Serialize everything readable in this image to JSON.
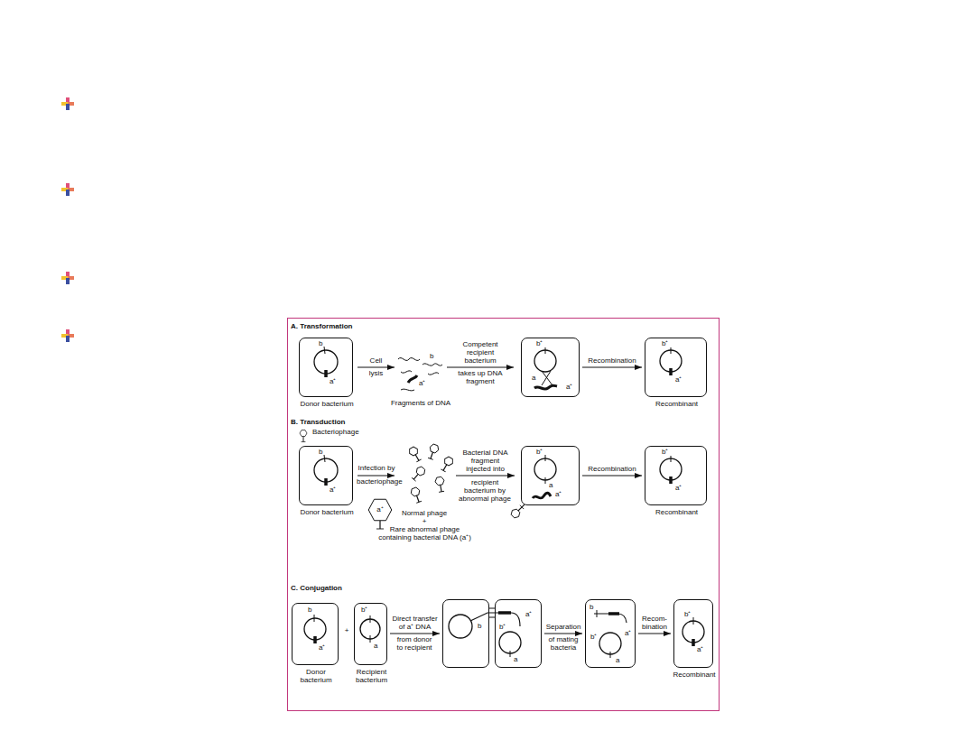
{
  "diagram": {
    "nodes": [
      {
        "text": [
          "b",
          "a⁺",
          "Donor bacterium"
        ]
      },
      {
        "text": [
          "b⁺",
          "a",
          "a⁺"
        ]
      },
      {
        "text": [
          "b⁺",
          "a⁺",
          "Recombinant"
        ]
      },
      {
        "text": [
          "b",
          "a⁺",
          "Donor bacterium"
        ]
      },
      {
        "text": [
          "a⁺"
        ]
      },
      {
        "text": [
          "b⁺",
          "a",
          "a⁺"
        ]
      },
      {
        "text": [
          "b⁺",
          "a⁺",
          "Recombinant"
        ]
      },
      {
        "text": [
          "b",
          "a⁺",
          "Donor bacterium"
        ]
      },
      {
        "text": [
          "b⁺",
          "a",
          "Recipient bacterium"
        ]
      },
      {
        "text": [
          "b"
        ]
      },
      {
        "text": [
          "a⁺",
          "b⁺",
          "a"
        ]
      },
      {
        "text": [
          "b",
          "a⁺",
          "b⁺",
          "a"
        ]
      },
      {
        "text": [
          "b⁺",
          "a⁺",
          "Recombinant"
        ]
      }
    ],
    "edges": [
      {
        "from": 1,
        "to": 2,
        "arrow": "to",
        "label": "Recombination"
      },
      {
        "from": 5,
        "to": 6,
        "arrow": "to",
        "label": "Recombination"
      },
      {
        "from": 8,
        "to": 9,
        "arrow": "to",
        "label": "Direct transfer of a⁺ DNA"
      },
      {
        "from": 10,
        "to": 11,
        "arrow": "to",
        "label": "Separation"
      },
      {
        "from": 11,
        "to": 12,
        "arrow": "to",
        "label": "Recom- bination"
      }
    ],
    "labels": [
      "A. Transformation",
      "Cell",
      "lysis",
      "b",
      "a⁺",
      "Fragments of DNA",
      "Competent recipient bacterium",
      "takes up DNA fragment",
      "B. Transduction",
      "Bacteriophage",
      "Infection by",
      "bacteriophage",
      "Normal phage",
      "+",
      "Rare abnormal phage containing bacterial DNA (a⁺)",
      "Bacterial DNA fragment injected into",
      "recipient bacterium by abnormal phage",
      "C. Conjugation",
      "+",
      "from donor to recipient",
      "of mating bacteria"
    ]
  }
}
